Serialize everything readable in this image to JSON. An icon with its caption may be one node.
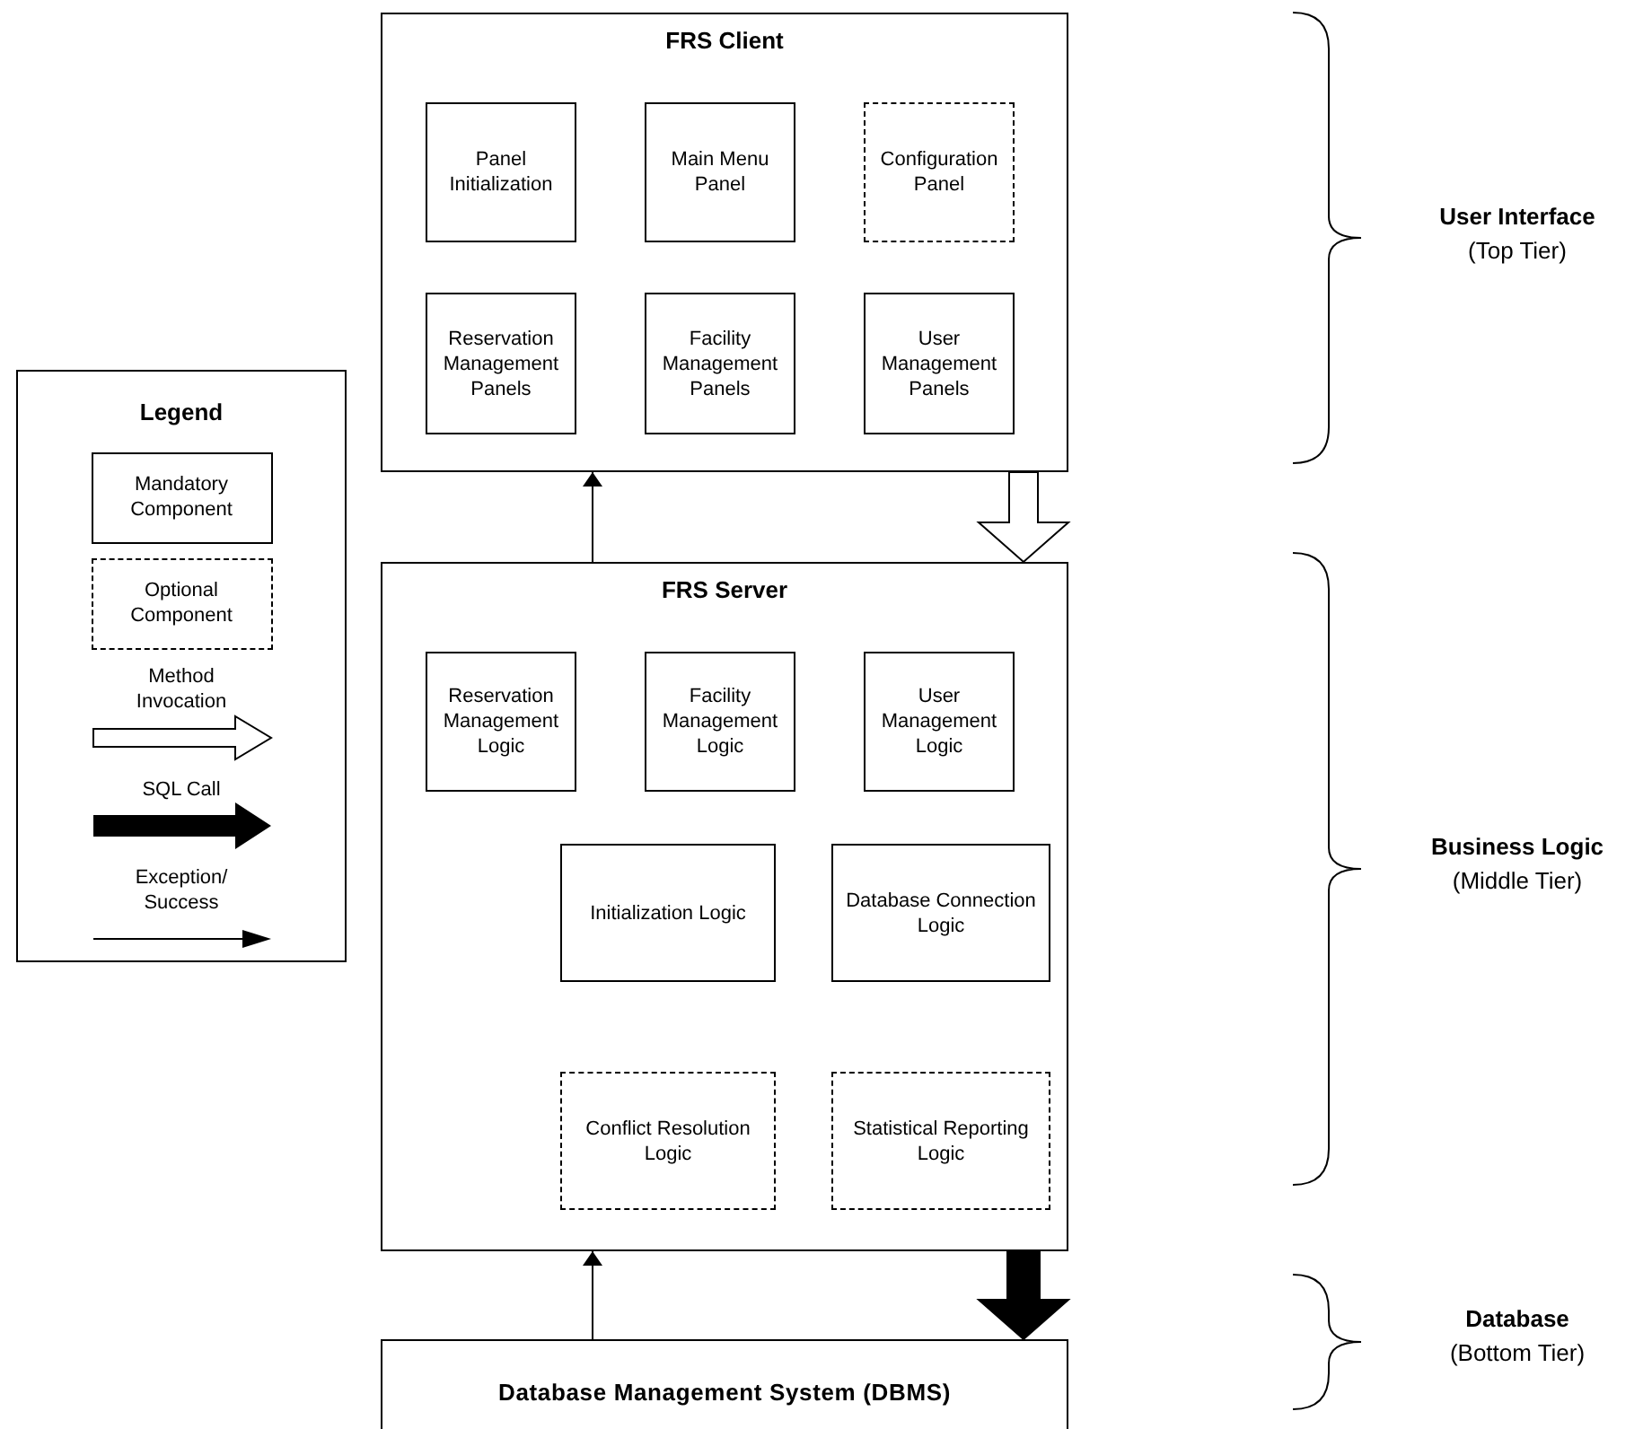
{
  "diagram": {
    "nodes": [
      {
        "text": [
          "FRS Client"
        ]
      },
      {
        "text": [
          "Panel Initialization"
        ],
        "in": 0
      },
      {
        "text": [
          "Main Menu Panel"
        ],
        "in": 0
      },
      {
        "text": [
          "Configuration Panel"
        ],
        "in": 0
      },
      {
        "text": [
          "Reservation Management Panels"
        ],
        "in": 0
      },
      {
        "text": [
          "Facility Management Panels"
        ],
        "in": 0
      },
      {
        "text": [
          "User Management Panels"
        ],
        "in": 0
      },
      {
        "text": [
          "FRS Server"
        ]
      },
      {
        "text": [
          "Reservation Management Logic"
        ],
        "in": 7
      },
      {
        "text": [
          "Facility Management Logic"
        ],
        "in": 7
      },
      {
        "text": [
          "User Management Logic"
        ],
        "in": 7
      },
      {
        "text": [
          "Initialization Logic"
        ],
        "in": 7
      },
      {
        "text": [
          "Database Connection Logic"
        ],
        "in": 7
      },
      {
        "text": [
          "Conflict Resolution Logic"
        ],
        "in": 7
      },
      {
        "text": [
          "Statistical Reporting Logic"
        ],
        "in": 7
      },
      {
        "text": [
          "Database Management System (DBMS)"
        ]
      }
    ],
    "edges": [
      {
        "from": 7,
        "to": 0,
        "arrow": "to"
      },
      {
        "from": 0,
        "to": 7,
        "arrow": "to",
        "style": "thick"
      },
      {
        "from": 15,
        "to": 7,
        "arrow": "to"
      },
      {
        "from": 7,
        "to": 15,
        "arrow": "to",
        "style": "thick"
      }
    ],
    "labels": [
      "Legend",
      "User Interface",
      "(Top Tier)",
      "Business Logic",
      "(Middle Tier)",
      "Database",
      "(Bottom Tier)"
    ],
    "legend": [
      {
        "text": "Mandatory Component"
      },
      {
        "text": "Optional Component"
      },
      {
        "text": "Method Invocation"
      },
      {
        "text": "SQL Call"
      },
      {
        "text": "Exception/ Success"
      }
    ]
  }
}
